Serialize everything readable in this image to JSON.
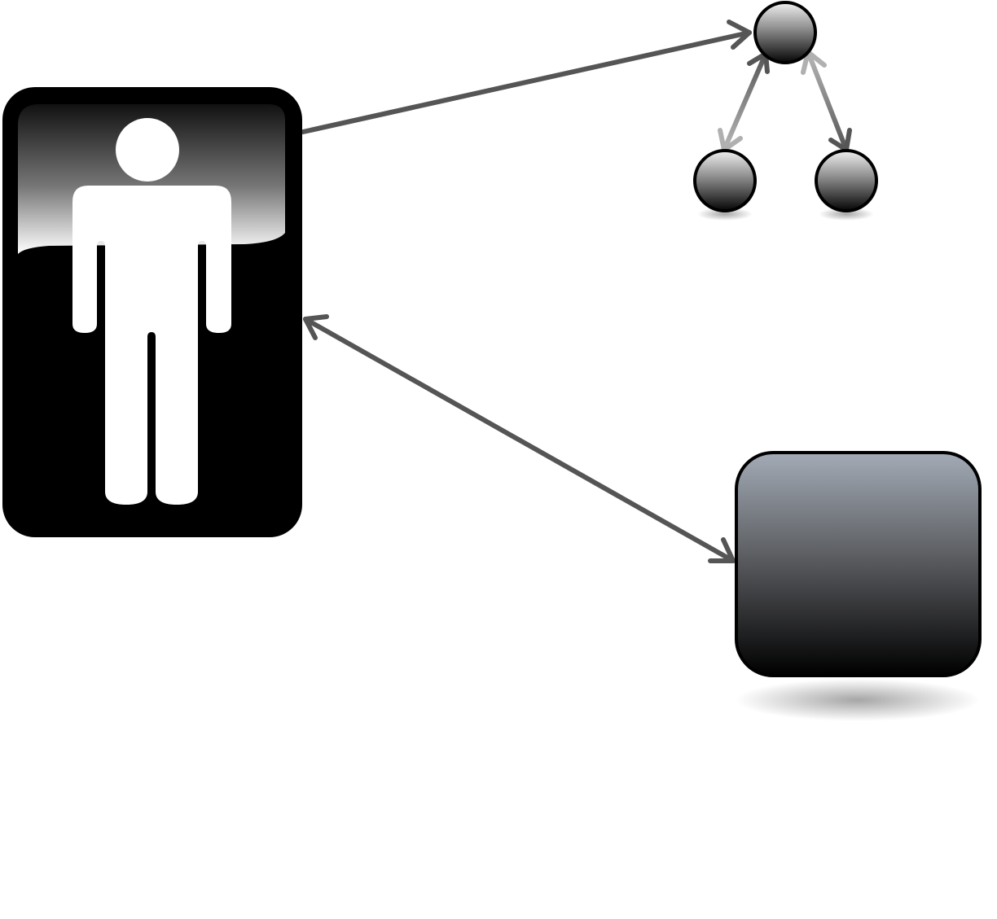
{
  "diagram": {
    "type": "relationship-diagram",
    "nodes": [
      {
        "id": "person",
        "shape": "rounded-rectangle",
        "icon": "person-icon",
        "label": ""
      },
      {
        "id": "hierarchy-root",
        "shape": "circle",
        "label": ""
      },
      {
        "id": "hierarchy-left-child",
        "shape": "circle",
        "label": ""
      },
      {
        "id": "hierarchy-right-child",
        "shape": "circle",
        "label": ""
      },
      {
        "id": "system-box",
        "shape": "rounded-rectangle",
        "label": ""
      }
    ],
    "edges": [
      {
        "from": "person",
        "to": "hierarchy-root",
        "direction": "forward"
      },
      {
        "from": "person",
        "to": "system-box",
        "direction": "bidirectional"
      },
      {
        "from": "hierarchy-root",
        "to": "hierarchy-left-child",
        "direction": "bidirectional"
      },
      {
        "from": "hierarchy-root",
        "to": "hierarchy-right-child",
        "direction": "bidirectional"
      }
    ]
  },
  "colors": {
    "background": "#ffffff",
    "arrow": "#555555",
    "arrow_light": "#aaaaaa",
    "outline": "#000000",
    "person_fill": "#000000",
    "person_icon": "#ffffff",
    "box_top": "#a0a8b4",
    "box_bottom": "#000000"
  }
}
